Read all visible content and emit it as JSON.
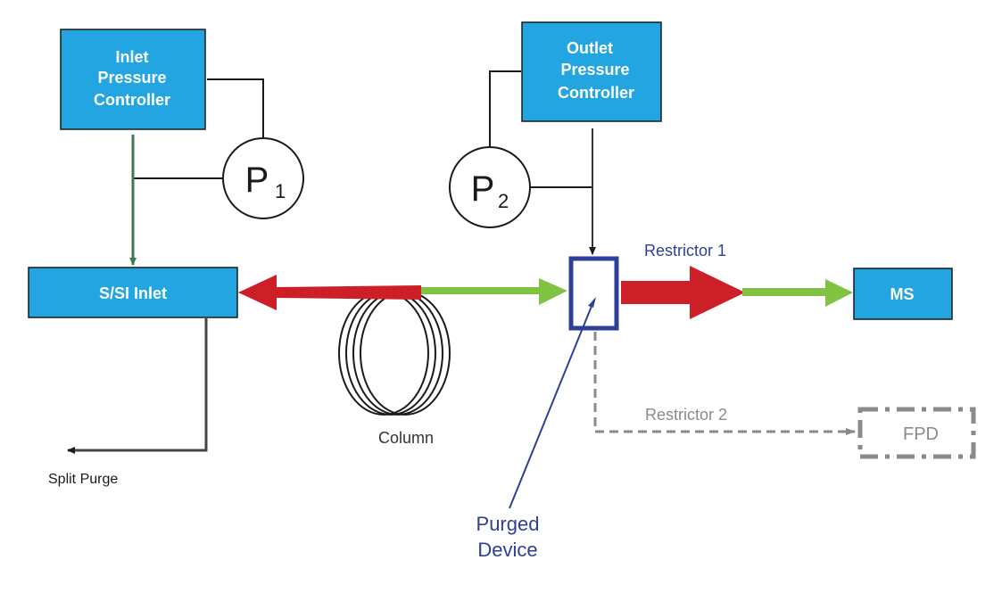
{
  "diagram": {
    "colors": {
      "box_fill": "#22a5e0",
      "box_stroke": "#1a1a1a",
      "red_flow": "#cc1f27",
      "green_flow": "#80c342",
      "dark_green": "#3d7a52",
      "purged_blue": "#2e3f99",
      "gray_dashed": "#8a8a8a",
      "line": "#1a1a1a"
    },
    "inlet_controller": {
      "lines": [
        "Inlet",
        "Pressure",
        "Controller"
      ]
    },
    "outlet_controller": {
      "lines": [
        "Outlet",
        "Pressure",
        "Controller"
      ]
    },
    "gauge_p1": {
      "letter": "P",
      "subscript": "1"
    },
    "gauge_p2": {
      "letter": "P",
      "subscript": "2"
    },
    "inlet_box": {
      "label": "S/SI Inlet"
    },
    "ms_box": {
      "label": "MS"
    },
    "fpd_box": {
      "label": "FPD"
    },
    "labels": {
      "restrictor1": "Restrictor 1",
      "restrictor2": "Restrictor 2",
      "column": "Column",
      "split_purge": "Split Purge",
      "purged_device_line1": "Purged",
      "purged_device_line2": "Device"
    }
  }
}
